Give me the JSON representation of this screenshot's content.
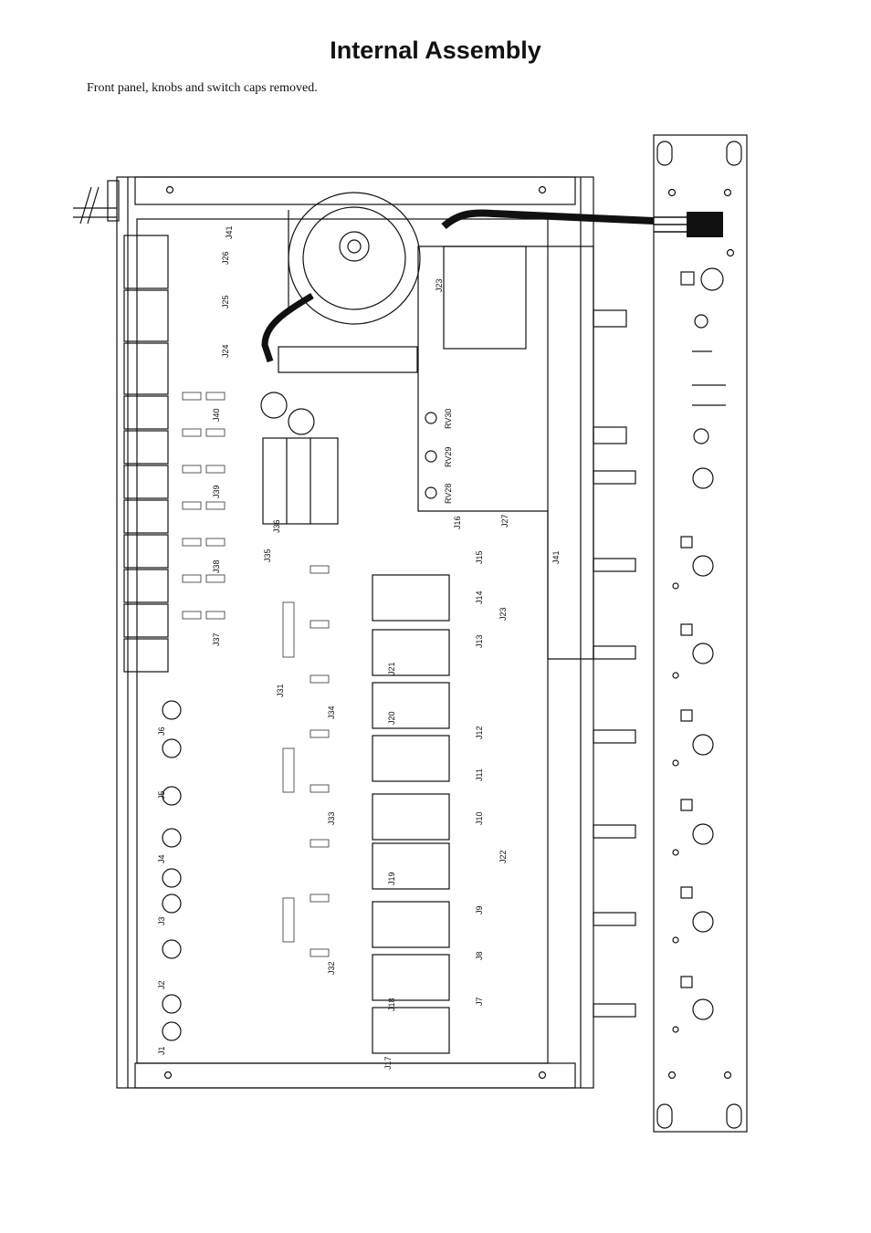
{
  "title": "Internal Assembly",
  "subtitle": "Front panel, knobs and switch caps  removed.",
  "connectors": {
    "j41_top": "J41",
    "j26": "J26",
    "j25": "J25",
    "j24": "J24",
    "j23_top": "J23",
    "j40": "J40",
    "j39": "J39",
    "j38": "J38",
    "j37": "J37",
    "j36": "J36",
    "j35": "J35",
    "j31": "J31",
    "j34": "J34",
    "j33": "J33",
    "j32": "J32",
    "j21": "J21",
    "j20": "J20",
    "j19": "J19",
    "j18": "J18",
    "j17": "J17",
    "j16": "J16",
    "j15": "J15",
    "j14": "J14",
    "j13": "J13",
    "j12": "J12",
    "j11": "J11",
    "j10": "J10",
    "j9": "J9",
    "j8": "J8",
    "j7": "J7",
    "j27": "J27",
    "j41_right": "J41",
    "j23_mid": "J23",
    "j22": "J22",
    "j6": "J6",
    "j5": "J5",
    "j4": "J4",
    "j3": "J3",
    "j2": "J2",
    "j1": "J1"
  },
  "trimmers": {
    "rv30": "RV30",
    "rv29": "RV29",
    "rv28": "RV28"
  }
}
